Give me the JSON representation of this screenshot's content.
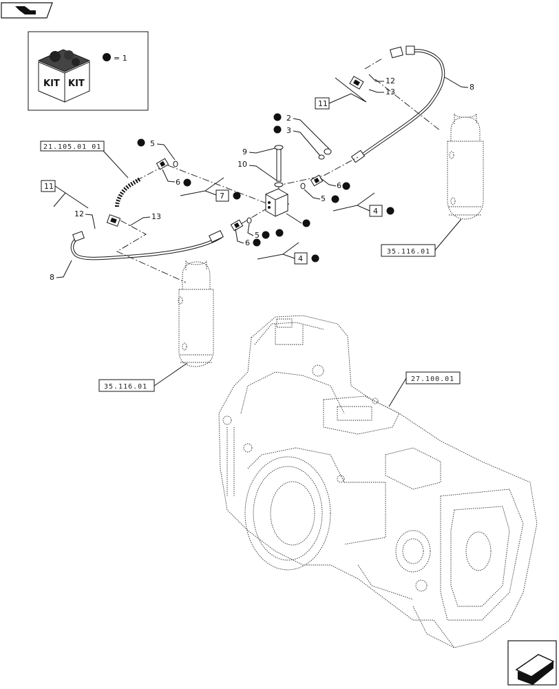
{
  "kit_legend": {
    "kit_label_1": "KIT",
    "kit_label_2": "KIT",
    "equals_text": "= 1"
  },
  "reference_boxes": {
    "ref_21_105": "21.105.01 01",
    "ref_35_116_top": "35.116.01",
    "ref_35_116_bottom": "35.116.01",
    "ref_27_100": "27.100.01"
  },
  "callout_boxes": {
    "box_11_top": "11",
    "box_11_left": "11",
    "box_7": "7",
    "box_4_right": "4",
    "box_4_bottom": "4"
  },
  "callouts": {
    "c2": "2",
    "c3": "3",
    "c5_top": "5",
    "c5_mid": "5",
    "c5_bot": "5",
    "c6_left": "6",
    "c6_right": "6",
    "c6_bot": "6",
    "c8_top": "8",
    "c8_left": "8",
    "c9": "9",
    "c10": "10",
    "c12_top": "12",
    "c12_left": "12",
    "c13_top": "13",
    "c13_left": "13"
  },
  "icons": {
    "top_nav": "page-back-icon",
    "bottom_nav": "page-forward-icon",
    "kit_bullet": "filled-circle"
  }
}
